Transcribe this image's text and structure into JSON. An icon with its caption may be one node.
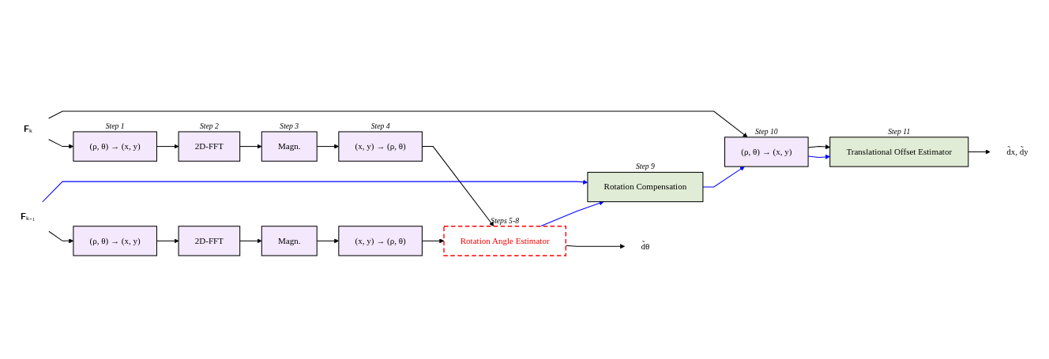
{
  "diagram": {
    "nodes": [
      {
        "text": [
          "𝐅ₖ"
        ]
      },
      {
        "text": [
          "(ρ, θ) → (x, y)"
        ],
        "beside": [
          "Step 1"
        ]
      },
      {
        "text": [
          "2D-FFT"
        ],
        "beside": [
          "Step 2"
        ]
      },
      {
        "text": [
          "Magn."
        ],
        "beside": [
          "Step 3"
        ]
      },
      {
        "text": [
          "(x, y) → (ρ, θ)"
        ],
        "beside": [
          "Step 4"
        ]
      },
      {
        "text": [
          "Rotation Angle Estimator"
        ],
        "beside": [
          "Steps 5-8"
        ]
      },
      {
        "text": [
          "d̃θ"
        ]
      },
      {
        "text": [
          "𝐅ₖ₋₁"
        ]
      },
      {
        "text": [
          "(ρ, θ) → (x, y)"
        ]
      },
      {
        "text": [
          "2D-FFT"
        ]
      },
      {
        "text": [
          "Magn."
        ]
      },
      {
        "text": [
          "(x, y) → (ρ, θ)"
        ]
      },
      {
        "text": [
          "Rotation Compensation"
        ],
        "beside": [
          "Step 9"
        ]
      },
      {
        "text": [
          "(ρ, θ) → (x, y)"
        ],
        "beside": [
          "Step 10"
        ]
      },
      {
        "text": [
          "Translational Offset Estimator"
        ],
        "beside": [
          "Step 11"
        ]
      },
      {
        "text": [
          "d̃x, d̃y"
        ]
      }
    ],
    "edges": [
      {
        "from": 0,
        "to": 1,
        "arrow": "to"
      },
      {
        "from": 1,
        "to": 2,
        "arrow": "to"
      },
      {
        "from": 2,
        "to": 3,
        "arrow": "to"
      },
      {
        "from": 3,
        "to": 4,
        "arrow": "to"
      },
      {
        "from": 4,
        "to": 5,
        "arrow": "to"
      },
      {
        "from": 5,
        "to": 6,
        "arrow": "to"
      },
      {
        "from": 7,
        "to": 8,
        "arrow": "to"
      },
      {
        "from": 8,
        "to": 9,
        "arrow": "to"
      },
      {
        "from": 9,
        "to": 10,
        "arrow": "to"
      },
      {
        "from": 10,
        "to": 11,
        "arrow": "to"
      },
      {
        "from": 11,
        "to": 5,
        "arrow": "to"
      },
      {
        "from": 7,
        "to": 12,
        "arrow": "to",
        "color": "#0000ff"
      },
      {
        "from": 5,
        "to": 12,
        "arrow": "to",
        "color": "#0000ff"
      },
      {
        "from": 12,
        "to": 13,
        "arrow": "to",
        "color": "#0000ff"
      },
      {
        "from": 0,
        "to": 13,
        "arrow": "to"
      },
      {
        "from": 13,
        "to": 14,
        "arrow": "to",
        "color": "#0000ff"
      },
      {
        "from": 13,
        "to": 14,
        "arrow": "to"
      },
      {
        "from": 14,
        "to": 15,
        "arrow": "to"
      }
    ]
  }
}
